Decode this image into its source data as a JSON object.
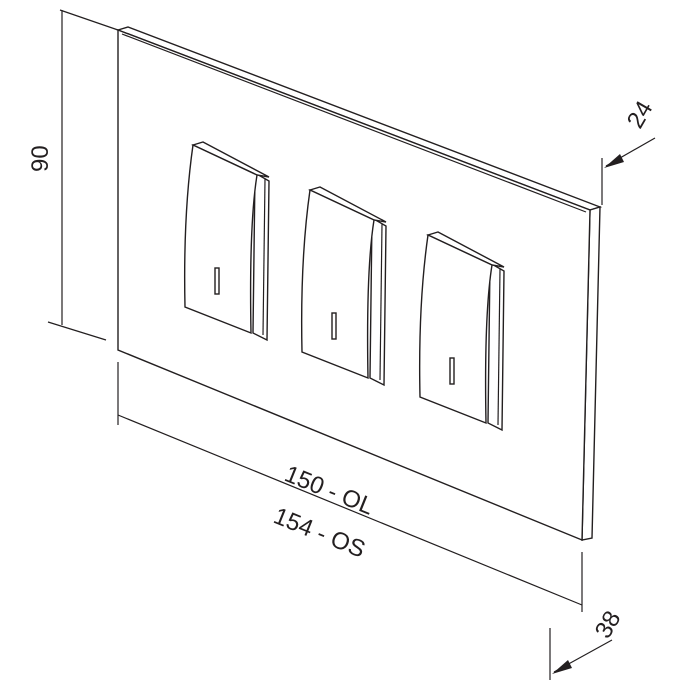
{
  "dimensions": {
    "height": "90",
    "depth_top": "24",
    "width_ol": "150 - OL",
    "width_os": "154 - OS",
    "depth_bottom": "38"
  },
  "switch_count": 3,
  "line_color": "#231f20"
}
